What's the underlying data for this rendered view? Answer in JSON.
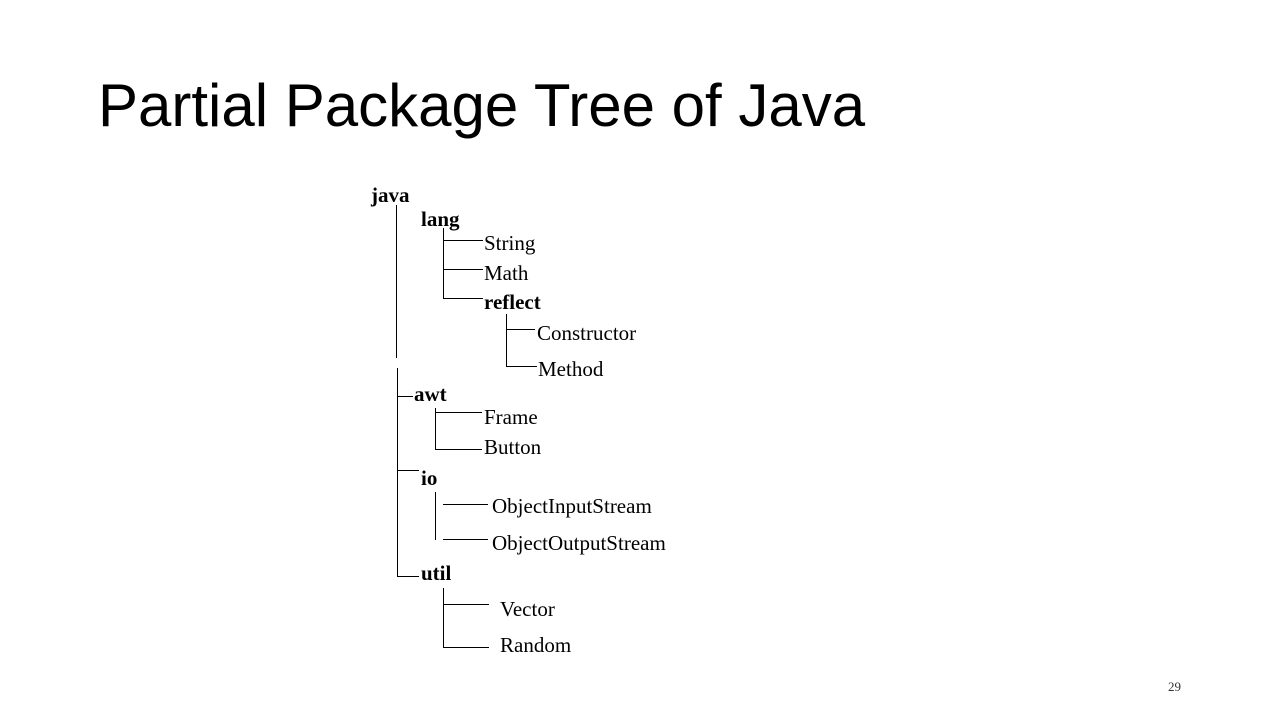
{
  "slide": {
    "title": "Partial Package Tree of Java",
    "page_number": "29"
  },
  "tree": {
    "root": "java",
    "lang": {
      "label": "lang",
      "children": [
        "String",
        "Math"
      ],
      "reflect": {
        "label": "reflect",
        "children": [
          "Constructor",
          "Method"
        ]
      }
    },
    "awt": {
      "label": "awt",
      "children": [
        "Frame",
        "Button"
      ]
    },
    "io": {
      "label": "io",
      "children": [
        "ObjectInputStream",
        "ObjectOutputStream"
      ]
    },
    "util": {
      "label": "util",
      "children": [
        "Vector",
        "Random"
      ]
    }
  },
  "colors": {
    "text": "#000000",
    "background": "#ffffff",
    "lines": "#000000"
  }
}
